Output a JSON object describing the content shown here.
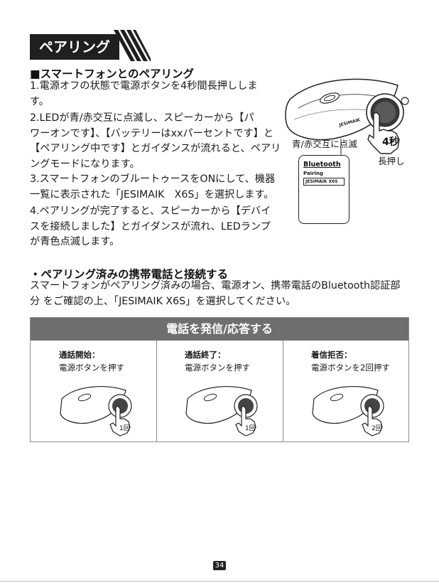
{
  "section": {
    "banner": "ペアリング"
  },
  "pairing": {
    "heading": "■スマートフォンとのペアリング",
    "step1_line1": "1.電源オフの状態で電源ボタンを4秒間長押ししま",
    "step1_line2": "す。",
    "step2_line1": "2.LEDが青/赤交互に点滅し、スピーカーから【パ",
    "step2_line2": "ワーオンです】、【バッテリーはxxパーセントです】と",
    "step2_line3": "【ペアリング中です】とガイダンスが流れると、ペアリ",
    "step2_line4": "ングモードになります。",
    "step3_line1": "3.スマートフォンのブルートゥースをONにして、機器",
    "step3_line2": "一覧に表示された「JESIMAIK　X6S」を選択します。",
    "step4_line1": "4.ペアリングが完了すると、スピーカーから【デバイ",
    "step4_line2": "スを接続しました】とガイダンスが流れ、LEDランプ",
    "step4_line3": "が青色点滅します。"
  },
  "illustration": {
    "blink_label": "青/赤交互に点滅",
    "seconds_badge": "4秒",
    "press_label": "長押し",
    "brand": "JESIMAIK",
    "phone": {
      "bluetooth": "Bluetooth",
      "pairing": "Pairing",
      "device": "JESIMAIK X6S"
    }
  },
  "paired_phone": {
    "heading": "・ペアリング済みの携帯電話と接続する",
    "line1": "スマートフォンがペアリング済みの場合、電源オン、携帯電話のBluetooth認証部",
    "line2": "分 をご確認の上、「JESIMAIK X6S」を選択してください。"
  },
  "call_table": {
    "header": "電話を発信/応答する",
    "columns": [
      {
        "title": "通話開始：",
        "desc": "電源ボタンを押す",
        "count": "1回"
      },
      {
        "title": "通話終了：",
        "desc": "電源ボタンを押す",
        "count": "1回"
      },
      {
        "title": "着信拒否：",
        "desc": "電源ボタンを2回押す",
        "count": "2回"
      }
    ]
  },
  "page_number": "34"
}
